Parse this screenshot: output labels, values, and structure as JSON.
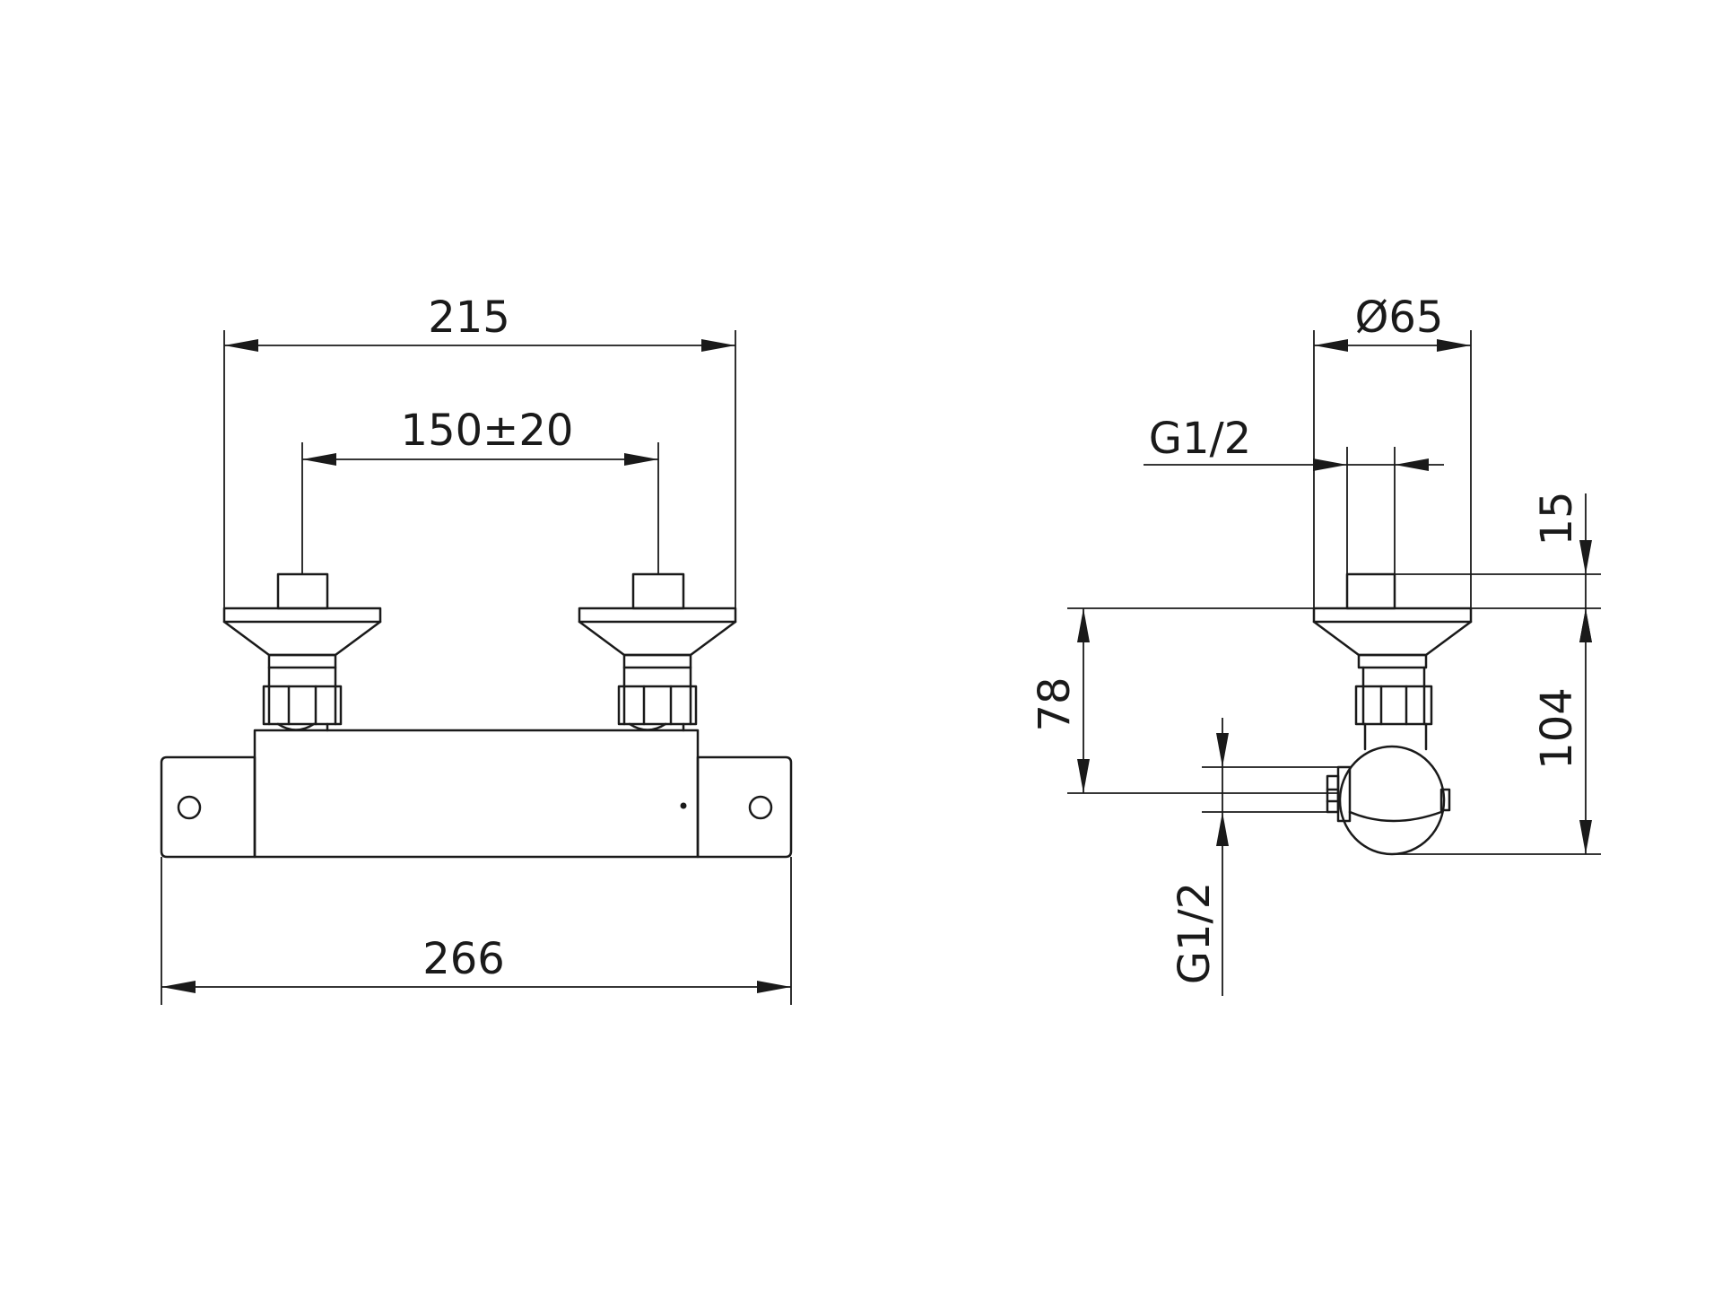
{
  "diagram": {
    "line_color": "#1a1a1a",
    "background": "#ffffff",
    "front_view": {
      "dim_outer_inlets": "215",
      "dim_inlet_spacing": "150±20",
      "dim_body_length": "266"
    },
    "side_view": {
      "dim_diameter": "Ø65",
      "dim_inlet_thread": "G1/2",
      "dim_spigot": "15",
      "dim_axis_height": "78",
      "dim_total_depth": "104",
      "dim_outlet_thread": "G1/2"
    }
  }
}
